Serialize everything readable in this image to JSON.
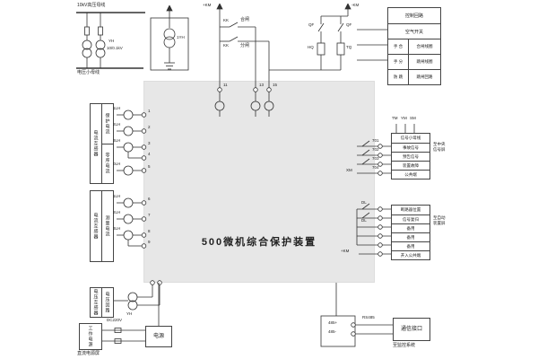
{
  "device": {
    "title": "500微机综合保护装置"
  },
  "pt_top": {
    "busbar_label": "10kV高压母线",
    "yh_label": "YH",
    "ratio": "10/0.1kV",
    "pt2_label": "1YH",
    "bottom_bus_label": "电压小母线"
  },
  "control": {
    "plus_bus": "+KM",
    "minus_bus": "-KM",
    "kk1": "KK",
    "kk2": "KK",
    "close_label": "合闸",
    "trip_label": "分闸",
    "qf1": "QF",
    "qf2": "QF",
    "hq": "HQ",
    "tq": "TQ",
    "terminals": [
      "11",
      "13",
      "15"
    ]
  },
  "control_table": {
    "r1": "控制回路",
    "r2": "空气开关",
    "r3a": "手 合",
    "r3b": "合闸线圈",
    "r4a": "手 分",
    "r4b": "跳闸线圈",
    "r5a": "防 跳",
    "r5b": "跳闸回路"
  },
  "ct_protect": {
    "col_left": "电流互感器",
    "col_top": "保护电流",
    "col_bottom": "零序电流",
    "cts": [
      "1LH",
      "2LH",
      "3LH",
      "0LH"
    ],
    "terminals": [
      "1",
      "2",
      "3",
      "4",
      "5"
    ]
  },
  "ct_measure": {
    "col_left": "电流互感器",
    "col_right": "测量电流",
    "cts": [
      "1LH",
      "2LH",
      "3LH"
    ],
    "terminals": [
      "6",
      "7",
      "8",
      "9"
    ]
  },
  "pt_circuit": {
    "col_left": "电压互感器",
    "col_right": "电压回路",
    "yh": "YH"
  },
  "power": {
    "box": "工作电源",
    "voltage": "DC220V",
    "module": "电源",
    "panel": "直流电源屏"
  },
  "signal": {
    "buses": [
      "TM",
      "YM",
      "SM"
    ],
    "xm": "XM",
    "header": "信号小母线",
    "rows": [
      "事故信号",
      "预告信号",
      "装置故障",
      "公共端"
    ],
    "terminals": [
      "701",
      "702",
      "703",
      "704"
    ],
    "right_label": "至中央\n信号屏"
  },
  "binary_input": {
    "dl1": "DL",
    "dl2": "DL",
    "plus_km": "+KM",
    "header": "断路器位置",
    "rows": [
      "信号复归",
      "备用",
      "备用",
      "备用",
      "开入公共端"
    ],
    "right_label": "至自动\n装置屏"
  },
  "comm": {
    "t1": "485+",
    "t2": "485-",
    "bus": "RS485",
    "box": "通信接口",
    "dest": "至监控系统"
  }
}
